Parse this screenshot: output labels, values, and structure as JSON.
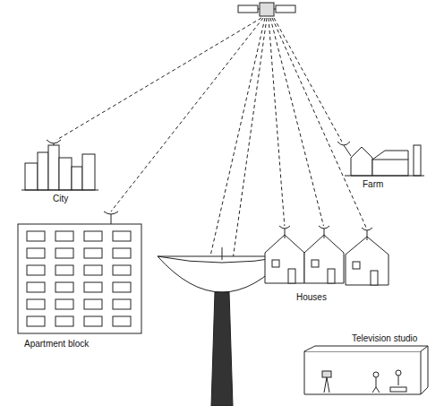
{
  "diagram": {
    "labels": [
      "City",
      "Farm",
      "Apartment block",
      "Houses",
      "Television studio"
    ]
  }
}
